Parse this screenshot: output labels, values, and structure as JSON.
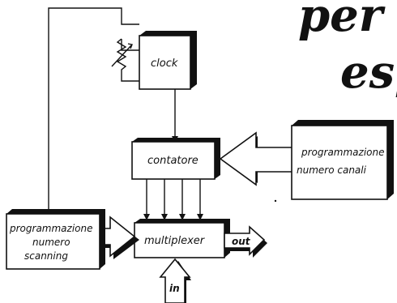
{
  "heading": {
    "line1": "per",
    "line2": "esp"
  },
  "blocks": {
    "clock": "clock",
    "contatore": "contatore",
    "multiplexer": "multiplexer",
    "prog_canali": [
      "programmazione",
      "numero canali"
    ],
    "prog_scanning": [
      "programmazione",
      "numero",
      "scanning"
    ]
  },
  "signals": {
    "out": "out",
    "in": "in"
  },
  "colors": {
    "ink": "#111111",
    "paper": "#ffffff"
  }
}
